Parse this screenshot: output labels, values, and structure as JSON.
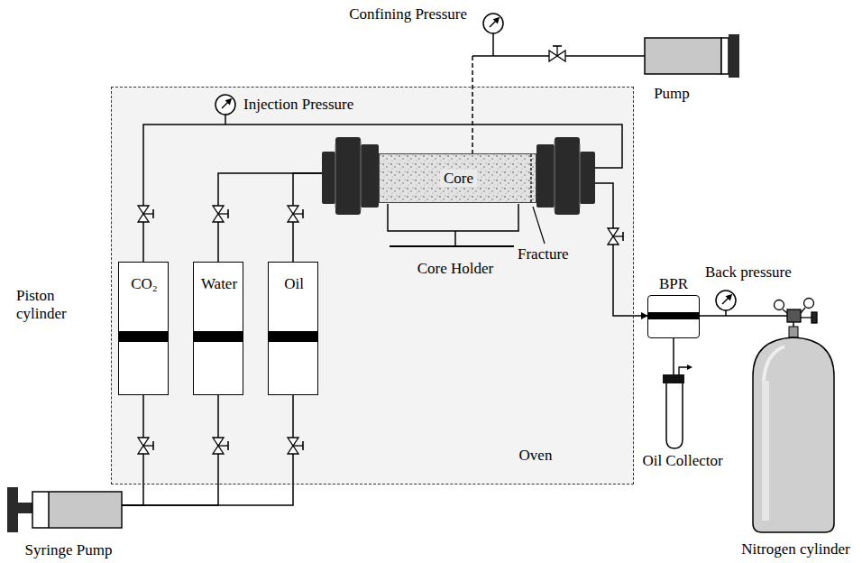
{
  "diagram": {
    "nodes": [
      {
        "text": [
          "Oven"
        ]
      },
      {
        "text": [
          "CO₂"
        ],
        "in": 0
      },
      {
        "text": [
          "Water"
        ],
        "in": 0
      },
      {
        "text": [
          "Oil"
        ],
        "in": 0
      },
      {
        "text": [
          "Core"
        ],
        "in": 0
      },
      {
        "text": [
          "BPR"
        ]
      },
      {
        "text": [
          "Oil Collector"
        ]
      },
      {
        "text": [
          "Nitrogen cylinder"
        ]
      },
      {
        "text": [
          "Pump"
        ]
      },
      {
        "text": [
          "Syringe Pump"
        ]
      }
    ],
    "edges": [
      {
        "from": 9,
        "to": 1,
        "arrow": "none"
      },
      {
        "from": 9,
        "to": 2,
        "arrow": "none"
      },
      {
        "from": 9,
        "to": 3,
        "arrow": "none"
      },
      {
        "from": 1,
        "to": 4,
        "arrow": "none"
      },
      {
        "from": 2,
        "to": 4,
        "arrow": "none"
      },
      {
        "from": 3,
        "to": 4,
        "arrow": "none"
      },
      {
        "from": 4,
        "to": 5,
        "arrow": "to"
      },
      {
        "from": 5,
        "to": 6,
        "arrow": "none"
      },
      {
        "from": 7,
        "to": 5,
        "arrow": "none"
      },
      {
        "from": 8,
        "to": 4,
        "arrow": "none"
      }
    ],
    "labels": [
      "Confining Pressure",
      "Injection Pressure",
      "Piston cylinder",
      "Fracture",
      "Core Holder",
      "Back pressure"
    ]
  }
}
